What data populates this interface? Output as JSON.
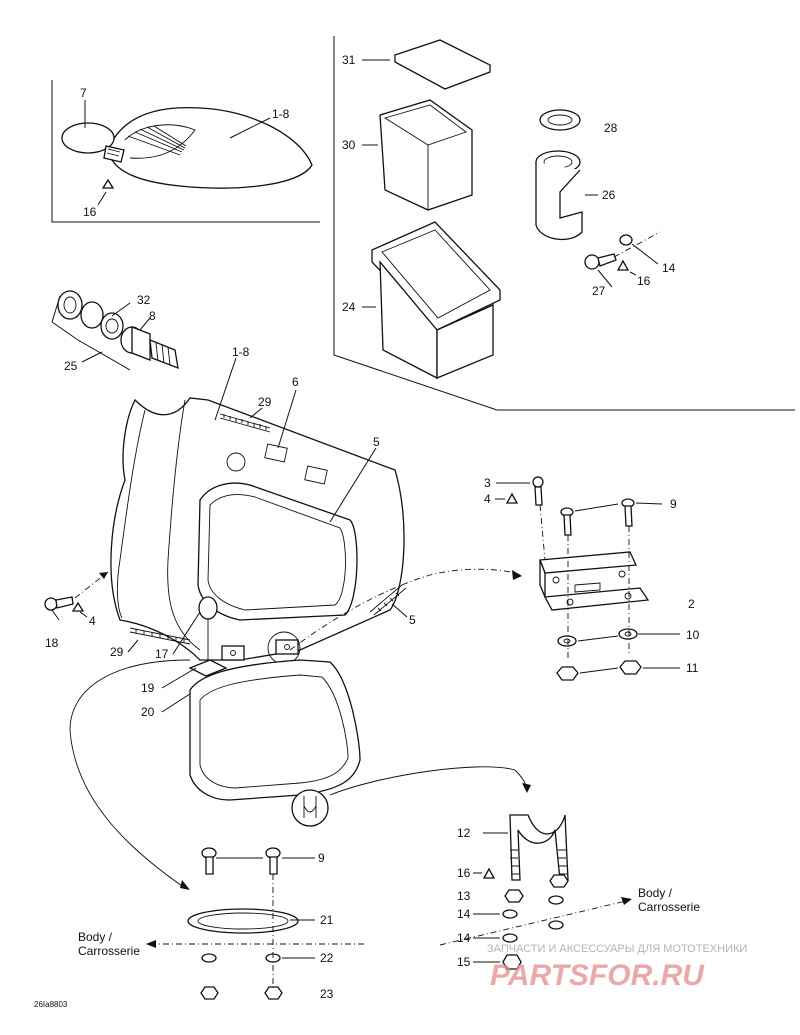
{
  "callouts": [
    {
      "id": "c31",
      "text": "31"
    },
    {
      "id": "c30",
      "text": "30"
    },
    {
      "id": "c28",
      "text": "28"
    },
    {
      "id": "c26",
      "text": "26"
    },
    {
      "id": "c14a",
      "text": "14"
    },
    {
      "id": "c16a",
      "text": "16"
    },
    {
      "id": "c27",
      "text": "27"
    },
    {
      "id": "c24",
      "text": "24"
    },
    {
      "id": "c7",
      "text": "7"
    },
    {
      "id": "c18a",
      "text": "1-8"
    },
    {
      "id": "c16b",
      "text": "16"
    },
    {
      "id": "c32",
      "text": "32"
    },
    {
      "id": "c8",
      "text": "8"
    },
    {
      "id": "c25",
      "text": "25"
    },
    {
      "id": "c18b",
      "text": "1-8"
    },
    {
      "id": "c6",
      "text": "6"
    },
    {
      "id": "c29a",
      "text": "29"
    },
    {
      "id": "c5a",
      "text": "5"
    },
    {
      "id": "c5b",
      "text": "5"
    },
    {
      "id": "c3",
      "text": "3"
    },
    {
      "id": "c4a",
      "text": "4"
    },
    {
      "id": "c9a",
      "text": "9"
    },
    {
      "id": "c2",
      "text": "2"
    },
    {
      "id": "c10",
      "text": "10"
    },
    {
      "id": "c11",
      "text": "11"
    },
    {
      "id": "c18",
      "text": "18"
    },
    {
      "id": "c4b",
      "text": "4"
    },
    {
      "id": "c29b",
      "text": "29"
    },
    {
      "id": "c17",
      "text": "17"
    },
    {
      "id": "c19",
      "text": "19"
    },
    {
      "id": "c20",
      "text": "20"
    },
    {
      "id": "c12",
      "text": "12"
    },
    {
      "id": "c16c",
      "text": "16"
    },
    {
      "id": "c13",
      "text": "13"
    },
    {
      "id": "c14b",
      "text": "14"
    },
    {
      "id": "c14c",
      "text": "14"
    },
    {
      "id": "c15",
      "text": "15"
    },
    {
      "id": "c9b",
      "text": "9"
    },
    {
      "id": "c21",
      "text": "21"
    },
    {
      "id": "c22",
      "text": "22"
    },
    {
      "id": "c23",
      "text": "23"
    }
  ],
  "body_labels": {
    "right_line1": "Body /",
    "right_line2": "Carrosserie",
    "left_line1": "Body /",
    "left_line2": "Carrosserie"
  },
  "figure_code": "26Ia8803",
  "watermark": {
    "tagline": "ЗАПЧАСТИ И АКСЕССУАРЫ ДЛЯ МОТОТЕХНИКИ",
    "logo": "PARTSFOR.RU"
  }
}
